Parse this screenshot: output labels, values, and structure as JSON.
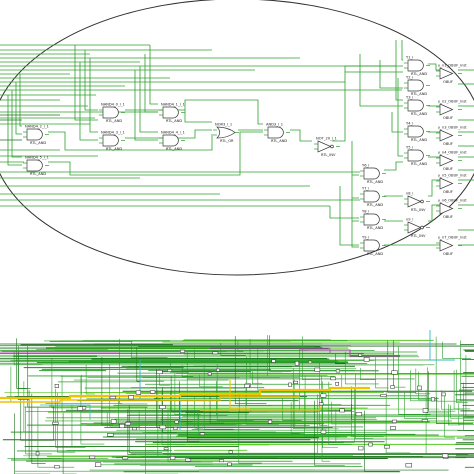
{
  "colors": {
    "wire_green": "#2ca02c",
    "wire_bright_green": "#55cc22",
    "wire_yellow": "#f2c200",
    "wire_magenta": "#c040c0",
    "wire_cyan": "#30b8c8",
    "wire_dark": "#1e6e1e",
    "gate_outline": "#3a3a3a",
    "oval_outline": "#333333",
    "background": "#ffffff"
  },
  "top_diagram": {
    "gates": [
      {
        "id": "g1",
        "label": "NAND4_0_i_1",
        "sub": "RTL_AND",
        "type": "and"
      },
      {
        "id": "g2",
        "label": "NAND4_1_i_1",
        "sub": "RTL_AND",
        "type": "and"
      },
      {
        "id": "g3",
        "label": "NAND4_2_i_1",
        "sub": "RTL_AND",
        "type": "and"
      },
      {
        "id": "g4",
        "label": "NAND4_3_i_1",
        "sub": "RTL_AND",
        "type": "and"
      },
      {
        "id": "g5",
        "label": "NAND4_4_i_1",
        "sub": "RTL_AND",
        "type": "and"
      },
      {
        "id": "g6",
        "label": "NAND4_5_i_1",
        "sub": "RTL_AND",
        "type": "and"
      },
      {
        "id": "g7",
        "label": "NOR3_i_1",
        "sub": "RTL_OR",
        "type": "or"
      },
      {
        "id": "g8",
        "label": "AND3_i_1",
        "sub": "RTL_AND",
        "type": "and"
      },
      {
        "id": "g9",
        "label": "NOT_20_i_1",
        "sub": "RTL_INV",
        "type": "inv"
      },
      {
        "id": "g10",
        "label": "Y1_i",
        "sub": "RTL_AND",
        "type": "and"
      },
      {
        "id": "g11",
        "label": "Y2_i",
        "sub": "RTL_AND",
        "type": "and"
      },
      {
        "id": "g12",
        "label": "Y3_i",
        "sub": "RTL_AND",
        "type": "and"
      },
      {
        "id": "g13",
        "label": "Y4_i",
        "sub": "RTL_AND",
        "type": "and"
      },
      {
        "id": "g14",
        "label": "Y5_i",
        "sub": "RTL_AND",
        "type": "and"
      },
      {
        "id": "g15",
        "label": "Y6_i",
        "sub": "RTL_AND",
        "type": "and"
      },
      {
        "id": "g16",
        "label": "Y7_i",
        "sub": "RTL_AND",
        "type": "and"
      },
      {
        "id": "g17",
        "label": "Y8_i",
        "sub": "RTL_AND",
        "type": "and"
      },
      {
        "id": "g18",
        "label": "Y9_i",
        "sub": "RTL_AND",
        "type": "and"
      },
      {
        "id": "b1",
        "label": "y_n1_OBUF_inst",
        "sub": "OBUF",
        "type": "buf"
      },
      {
        "id": "b2",
        "label": "y_n2_OBUF_inst",
        "sub": "OBUF",
        "type": "buf"
      },
      {
        "id": "b3",
        "label": "y_n3_OBUF_inst",
        "sub": "OBUF",
        "type": "buf"
      },
      {
        "id": "b4",
        "label": "y_n4_OBUF_inst",
        "sub": "OBUF",
        "type": "buf"
      },
      {
        "id": "b5",
        "label": "y_n5_OBUF_inst",
        "sub": "OBUF",
        "type": "buf"
      },
      {
        "id": "b6",
        "label": "y_n6_OBUF_inst",
        "sub": "OBUF",
        "type": "buf"
      },
      {
        "id": "b7",
        "label": "y_n7_OBUF_inst",
        "sub": "OBUF",
        "type": "buf"
      },
      {
        "id": "i1",
        "label": "n8_i",
        "sub": "RTL_INV",
        "type": "inv"
      },
      {
        "id": "i2",
        "label": "n9_i",
        "sub": "RTL_INV",
        "type": "inv"
      }
    ]
  }
}
